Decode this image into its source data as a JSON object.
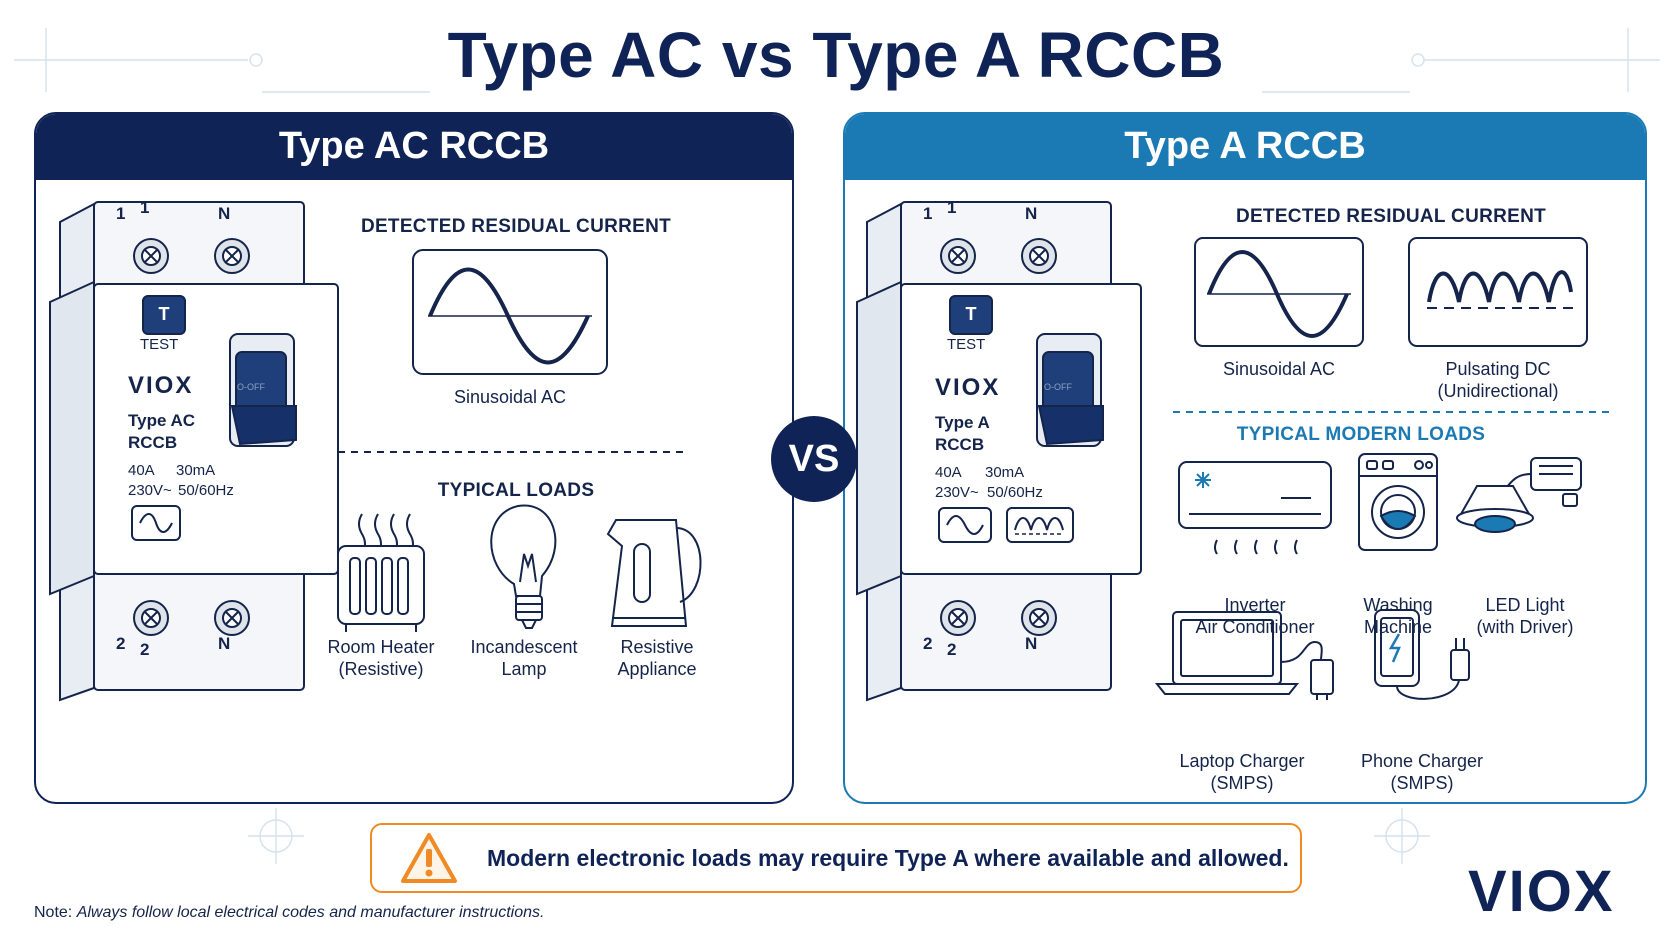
{
  "title": "Type AC vs Type A RCCB",
  "vs": "VS",
  "brand": "VIOX",
  "panels": {
    "ac": {
      "header": "Type AC RCCB",
      "device": {
        "test_label": "TEST",
        "test_button": "T",
        "brand": "VIOX",
        "type_line1": "Type AC",
        "type_line2": "RCCB",
        "rating_current": "40A",
        "rating_sensitivity": "30mA",
        "rating_voltage": "230V~",
        "rating_freq": "50/60Hz",
        "switch_label": "O-OFF",
        "terminal_top_left_a": "1",
        "terminal_top_left_b": "1",
        "terminal_top_right": "N",
        "terminal_bottom_left_a": "2",
        "terminal_bottom_left_b": "2",
        "terminal_bottom_right": "N"
      },
      "detected_title": "DETECTED RESIDUAL CURRENT",
      "waveforms": [
        {
          "label": "Sinusoidal AC",
          "icon": "sine-wave-icon"
        }
      ],
      "loads_title": "TYPICAL LOADS",
      "loads": [
        {
          "line1": "Room Heater",
          "line2": "(Resistive)",
          "icon": "room-heater-icon"
        },
        {
          "line1": "Incandescent",
          "line2": "Lamp",
          "icon": "incandescent-lamp-icon"
        },
        {
          "line1": "Resistive",
          "line2": "Appliance",
          "icon": "kettle-icon"
        }
      ]
    },
    "a": {
      "header": "Type A RCCB",
      "device": {
        "test_label": "TEST",
        "test_button": "T",
        "brand": "VIOX",
        "type_line1": "Type A",
        "type_line2": "RCCB",
        "rating_current": "40A",
        "rating_sensitivity": "30mA",
        "rating_voltage": "230V~",
        "rating_freq": "50/60Hz",
        "switch_label": "O-OFF",
        "terminal_top_left_a": "1",
        "terminal_top_left_b": "1",
        "terminal_top_right": "N",
        "terminal_bottom_left_a": "2",
        "terminal_bottom_left_b": "2",
        "terminal_bottom_right": "N"
      },
      "detected_title": "DETECTED RESIDUAL CURRENT",
      "waveforms": [
        {
          "line1": "Sinusoidal AC",
          "line2": "",
          "icon": "sine-wave-icon"
        },
        {
          "line1": "Pulsating DC",
          "line2": "(Unidirectional)",
          "icon": "pulsating-dc-icon"
        }
      ],
      "loads_title": "TYPICAL MODERN LOADS",
      "loads": [
        {
          "line1": "Inverter",
          "line2": "Air Conditioner",
          "icon": "air-conditioner-icon"
        },
        {
          "line1": "Washing",
          "line2": "Machine",
          "icon": "washing-machine-icon"
        },
        {
          "line1": "LED Light",
          "line2": "(with Driver)",
          "icon": "led-light-icon"
        },
        {
          "line1": "Laptop Charger",
          "line2": "(SMPS)",
          "icon": "laptop-charger-icon"
        },
        {
          "line1": "Phone Charger",
          "line2": "(SMPS)",
          "icon": "phone-charger-icon"
        }
      ]
    }
  },
  "warning": {
    "text": "Modern electronic loads may require Type A where available and allowed.",
    "icon": "warning-triangle-icon"
  },
  "note": {
    "label": "Note:",
    "text": "Always follow local electrical codes and manufacturer instructions."
  },
  "colors": {
    "navy": "#0f2356",
    "blue": "#1b79b3",
    "orange": "#f08a24",
    "ink": "#14244a"
  }
}
